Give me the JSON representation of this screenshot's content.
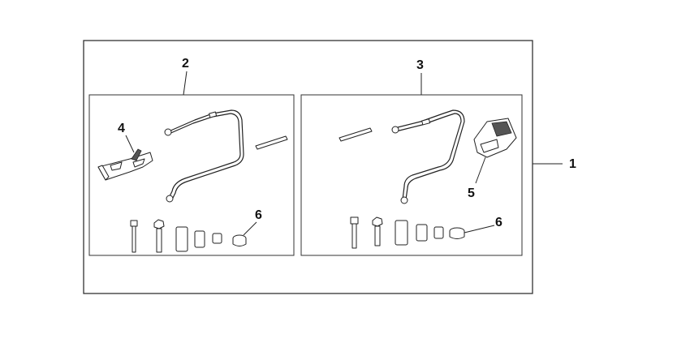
{
  "callouts": {
    "kit": "1",
    "left_bracket_set": "2",
    "right_bracket_set": "3",
    "left_clamp": "4",
    "right_clamp": "5",
    "left_hardware": "6",
    "right_hardware": "6"
  }
}
